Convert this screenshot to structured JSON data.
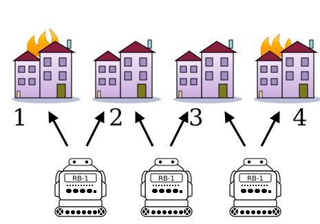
{
  "buildings": [
    {
      "label": "1",
      "on_fire": true
    },
    {
      "label": "2",
      "on_fire": false
    },
    {
      "label": "3",
      "on_fire": false
    },
    {
      "label": "4",
      "on_fire": true
    }
  ],
  "robots": [
    {
      "label": "RB-1"
    },
    {
      "label": "RB-1"
    },
    {
      "label": "RB-1"
    }
  ],
  "colors": {
    "wall": "#dcc8ea",
    "wall_dark": "#9a79b0",
    "roof": "#8a1c3c",
    "window": "#a28ec0",
    "door": "#7a7a1e",
    "ground": "#b9bed9",
    "fire_outer": "#ff9d00",
    "fire_inner": "#ffe15a",
    "chimney_blue": "#98d6e6",
    "chimney_tan": "#e6d9a0"
  }
}
